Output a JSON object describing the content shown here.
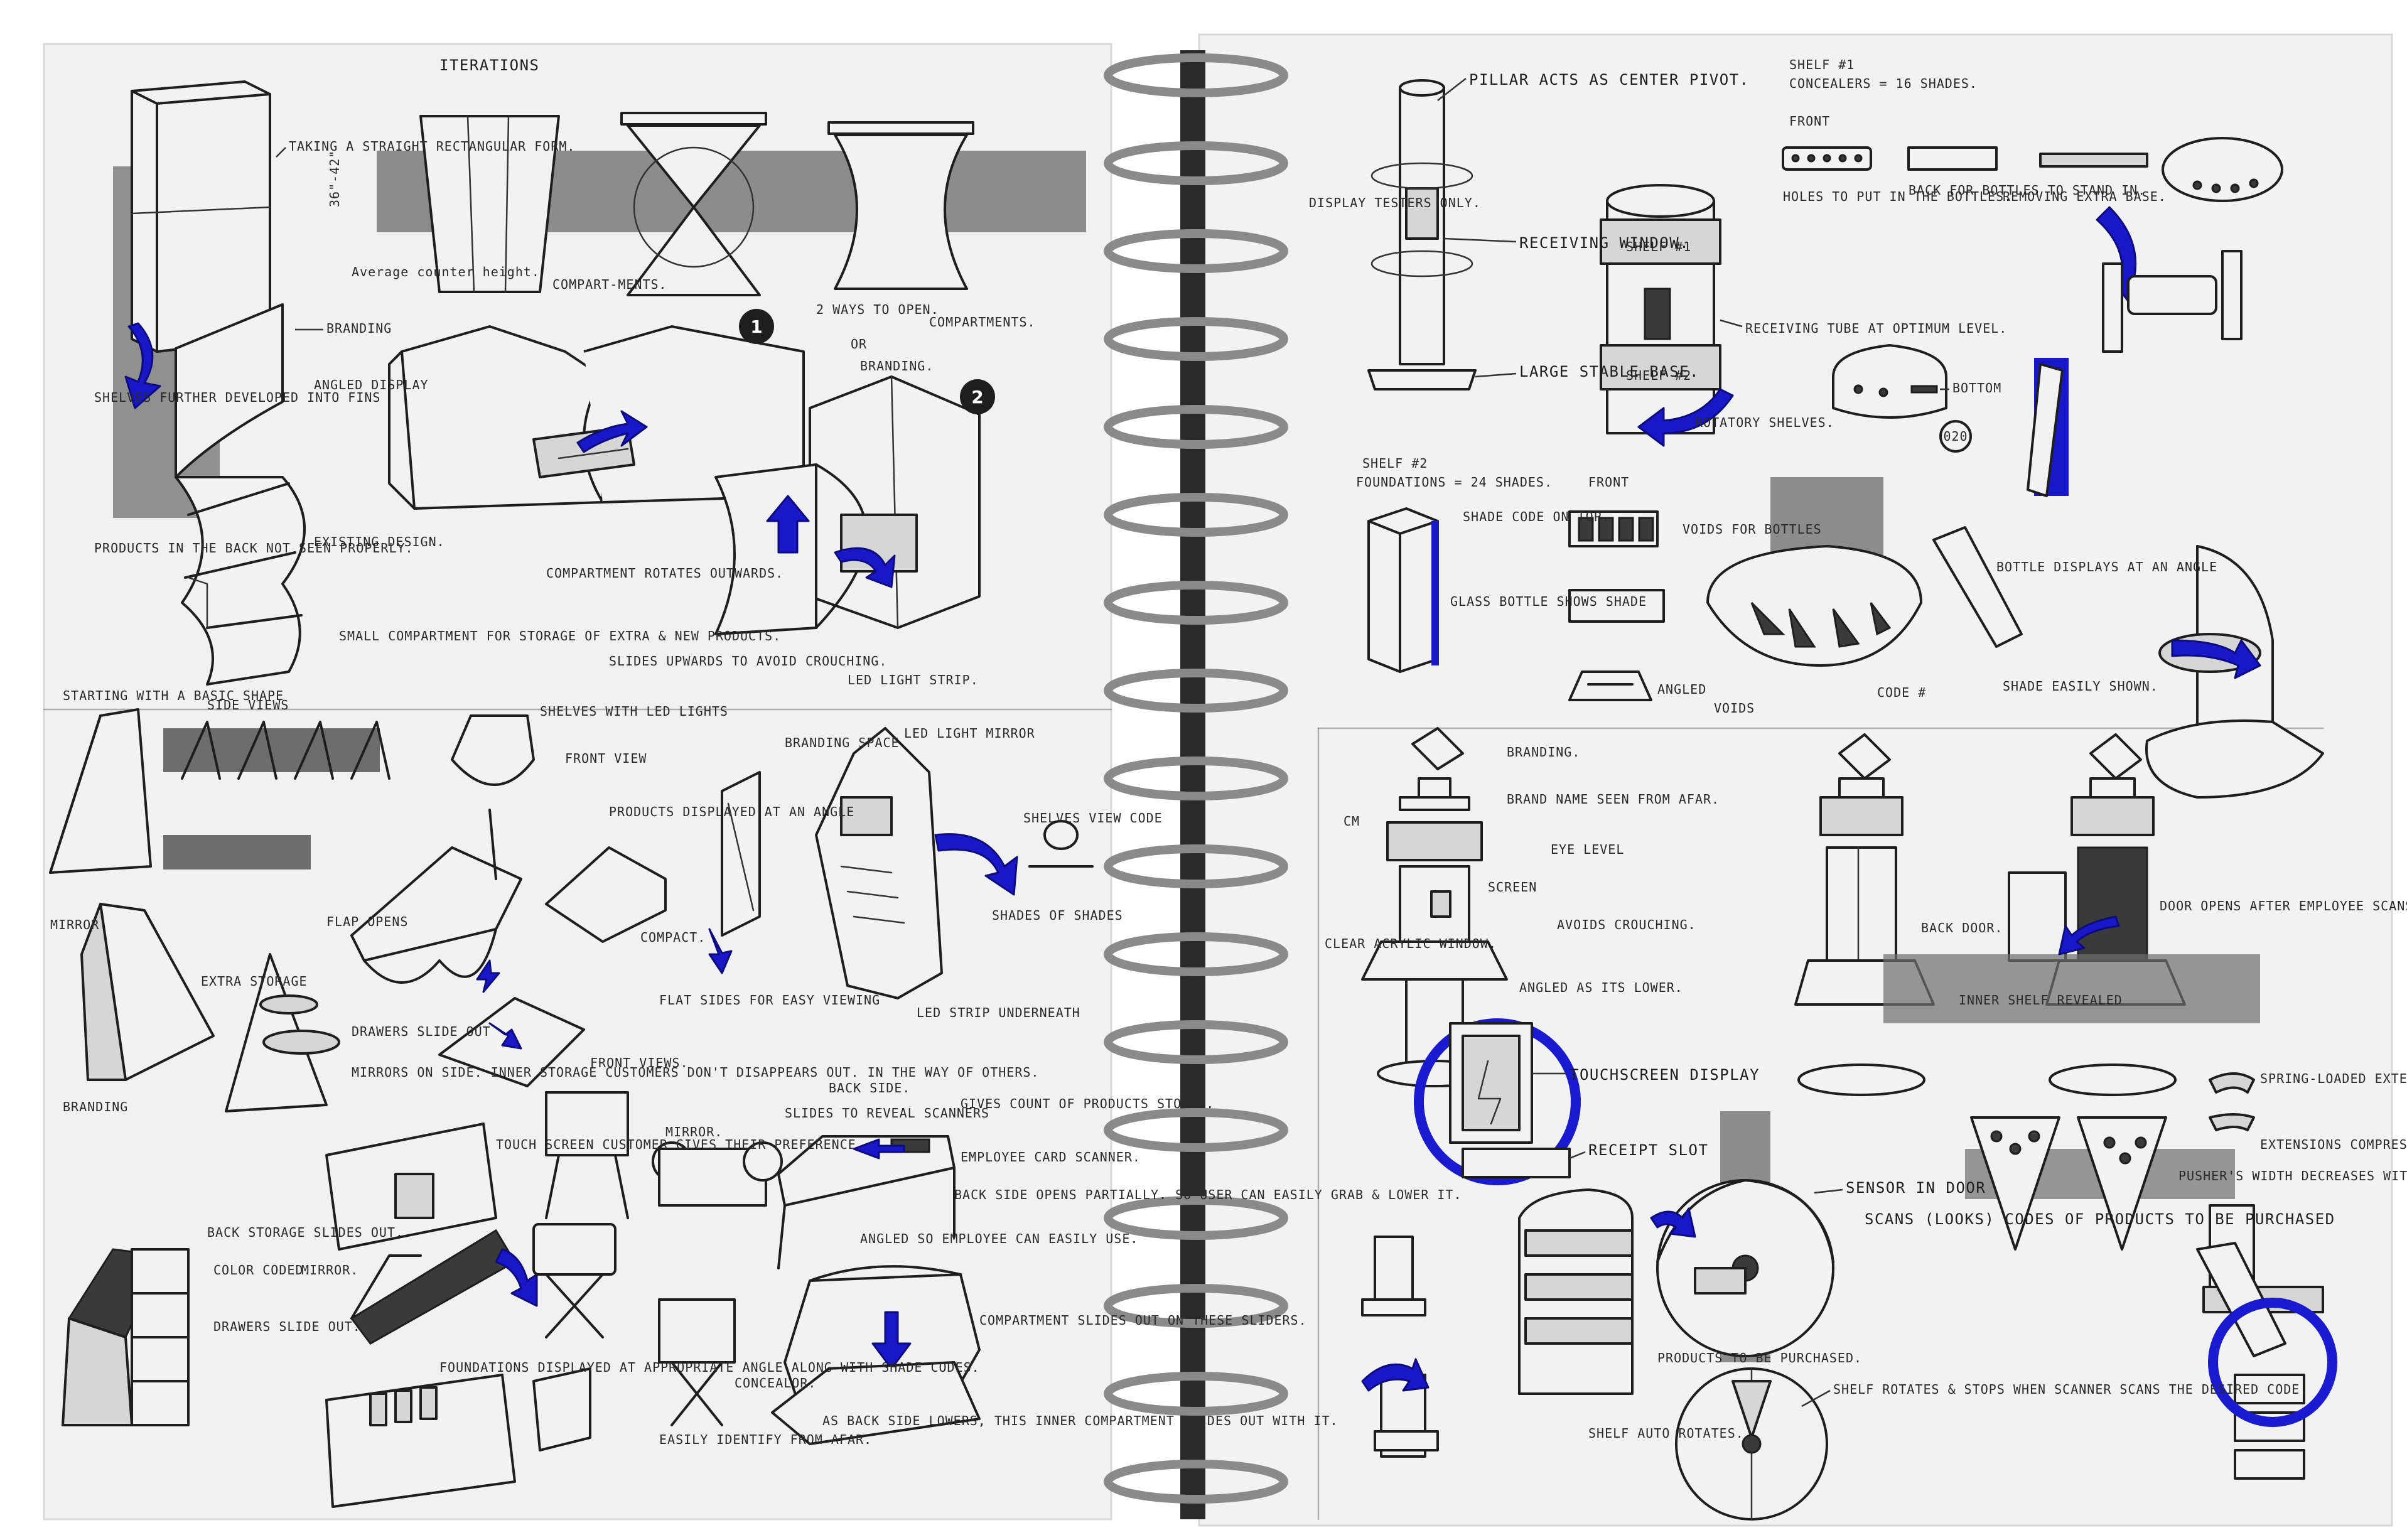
{
  "left_page": {
    "iterations_header": "ITERATIONS",
    "straight_form": "TAKING A STRAIGHT RECTANGULAR FORM.",
    "height_dim": "36\"-42\"",
    "counter_height": "Average counter height.",
    "branding": "BRANDING",
    "shelves_note": "SHELVES FURTHER DEVELOPED INTO FINS",
    "angled_display": "ANGLED DISPLAY",
    "compartments_a": "COMPART-MENTS.",
    "compartments_b": "COMPARTMENTS.",
    "two_ways": "2 WAYS TO OPEN.",
    "or_label": "OR",
    "branding_b": "BRANDING.",
    "badge_1": "1",
    "badge_2": "2",
    "products_note": "PRODUCTS IN THE BACK NOT SEEN PROPERLY.",
    "existing_design": "EXISTING DESIGN.",
    "compartment_rotates": "COMPARTMENT ROTATES OUTWARDS.",
    "small_compartment": "SMALL COMPARTMENT FOR STORAGE OF EXTRA & NEW PRODUCTS.",
    "slides_upwards": "SLIDES UPWARDS TO AVOID CROUCHING.",
    "led_light_strip": "LED LIGHT STRIP.",
    "starting_shape": "STARTING WITH A BASIC SHAPE",
    "side_views": "SIDE VIEWS",
    "shelves_led": "SHELVES WITH LED LIGHTS",
    "front_view": "FRONT VIEW",
    "products_angle": "PRODUCTS DISPLAYED AT AN ANGLE",
    "led_light_mirror": "LED LIGHT MIRROR",
    "branding_space": "BRANDING SPACE",
    "flap_opens": "FLAP OPENS",
    "compact": "COMPACT.",
    "mirror": "MIRROR",
    "extra_storage": "EXTRA STORAGE",
    "drawers_slide": "DRAWERS SLIDE OUT",
    "flat sides": "FLAT SIDES FOR EASY VIEWING",
    "led_strip_underneath": "LED STRIP UNDERNEATH",
    "shelf_view_code": "SHELVES VIEW CODE",
    "shades_of_shades": "SHADES OF SHADES",
    "branding_c": "BRANDING",
    "mirrors_on_side": "MIRRORS ON SIDE. INNER STORAGE CUSTOMERS DON'T DISAPPEARS OUT. IN THE WAY OF OTHERS.",
    "front_views": "FRONT VIEWS.",
    "back_side": "BACK SIDE.",
    "slides_reveal": "SLIDES TO REVEAL SCANNERS",
    "gives_count": "GIVES COUNT OF PRODUCTS STORED.",
    "touch_screen": "TOUCH SCREEN CUSTOMER GIVES THEIR PREFERENCE",
    "mirror_b": "MIRROR.",
    "employee_card": "EMPLOYEE CARD SCANNER.",
    "back_side_opens": "BACK SIDE OPENS PARTIALLY. SO USER CAN EASILY GRAB & LOWER IT.",
    "back_storage": "BACK STORAGE SLIDES OUT.",
    "color_coded": "COLOR CODED.",
    "drawers_slide_b": "DRAWERS SLIDE OUT.",
    "angled_employee": "ANGLED SO EMPLOYEE CAN EASILY USE.",
    "mirror_c": "MIRROR.",
    "compartment_slides": "COMPARTMENT SLIDES OUT ON THESE SLIDERS.",
    "foundations_angle": "FOUNDATIONS DISPLAYED AT APPROPRIATE ANGLE ALONG WITH SHADE CODES.",
    "concealor": "CONCEALOR.",
    "easily_identify": "EASILY IDENTIFY FROM AFAR.",
    "back_lowers": "AS BACK SIDE LOWERS, THIS INNER COMPARTMENT SLIDES OUT WITH IT."
  },
  "right_page": {
    "pillar_pivot": "PILLAR ACTS AS CENTER PIVOT.",
    "display_testers": "DISPLAY TESTERS ONLY.",
    "receiving_window": "RECEIVING WINDOW.",
    "shelf_1_label": "SHELF #1",
    "shelf_2_label": "SHELF #2",
    "receiving_tube": "RECEIVING TUBE AT OPTIMUM LEVEL.",
    "large_base": "LARGE STABLE BASE.",
    "rotatory_shelves": "ROTATORY SHELVES.",
    "shelf1_title": "SHELF #1",
    "concealers": "CONCEALERS = 16 SHADES.",
    "front": "FRONT",
    "holes_bottles": "HOLES TO PUT IN THE BOTTLES.",
    "back_bottles": "BACK FOR BOTTLES TO STAND IN.",
    "removing_base": "REMOVING EXTRA BASE.",
    "bottom": "BOTTOM",
    "code_020": "020",
    "shelf2_title": "SHELF #2",
    "foundations_24": "FOUNDATIONS = 24 SHADES.",
    "shade_code_top": "SHADE CODE ON TOP.",
    "glass_bottle": "GLASS BOTTLE SHOWS SHADE",
    "front_b": "FRONT",
    "voids_bottles": "VOIDS FOR BOTTLES",
    "angled": "ANGLED",
    "voids": "VOIDS",
    "code_hash": "CODE #",
    "bottle_angle": "BOTTLE DISPLAYS AT AN ANGLE",
    "shade_shown": "SHADE EASILY SHOWN.",
    "branding_r": "BRANDING.",
    "brand_name": "BRAND NAME SEEN FROM AFAR.",
    "cm": "CM",
    "eye_level": "EYE LEVEL",
    "screen": "SCREEN",
    "avoids_crouching": "AVOIDS CROUCHING.",
    "clear_window": "CLEAR ACRYLIC WINDOW.",
    "angled_lower": "ANGLED AS ITS LOWER.",
    "back_door": "BACK DOOR.",
    "door_opens": "DOOR OPENS AFTER EMPLOYEE SCANS CARD.",
    "inner_shelf": "INNER SHELF REVEALED",
    "touchscreen": "TOUCHSCREEN DISPLAY",
    "receipt_slot": "RECEIPT SLOT",
    "spring_loaded": "SPRING-LOADED EXTENSIONS.",
    "extensions_compress": "EXTENSIONS COMPRESS.",
    "sensor_door": "SENSOR IN DOOR",
    "scans_codes": "SCANS (LOOKS) CODES OF PRODUCTS TO BE PURCHASED",
    "pushers_width": "PUSHER'S WIDTH DECREASES WITH THE SECTION",
    "products_purchased": "PRODUCTS TO BE PURCHASED.",
    "shelf_rotates": "SHELF ROTATES & STOPS WHEN SCANNER SCANS THE DESIRED CODE.",
    "shelf_auto": "SHELF AUTO ROTATES."
  }
}
